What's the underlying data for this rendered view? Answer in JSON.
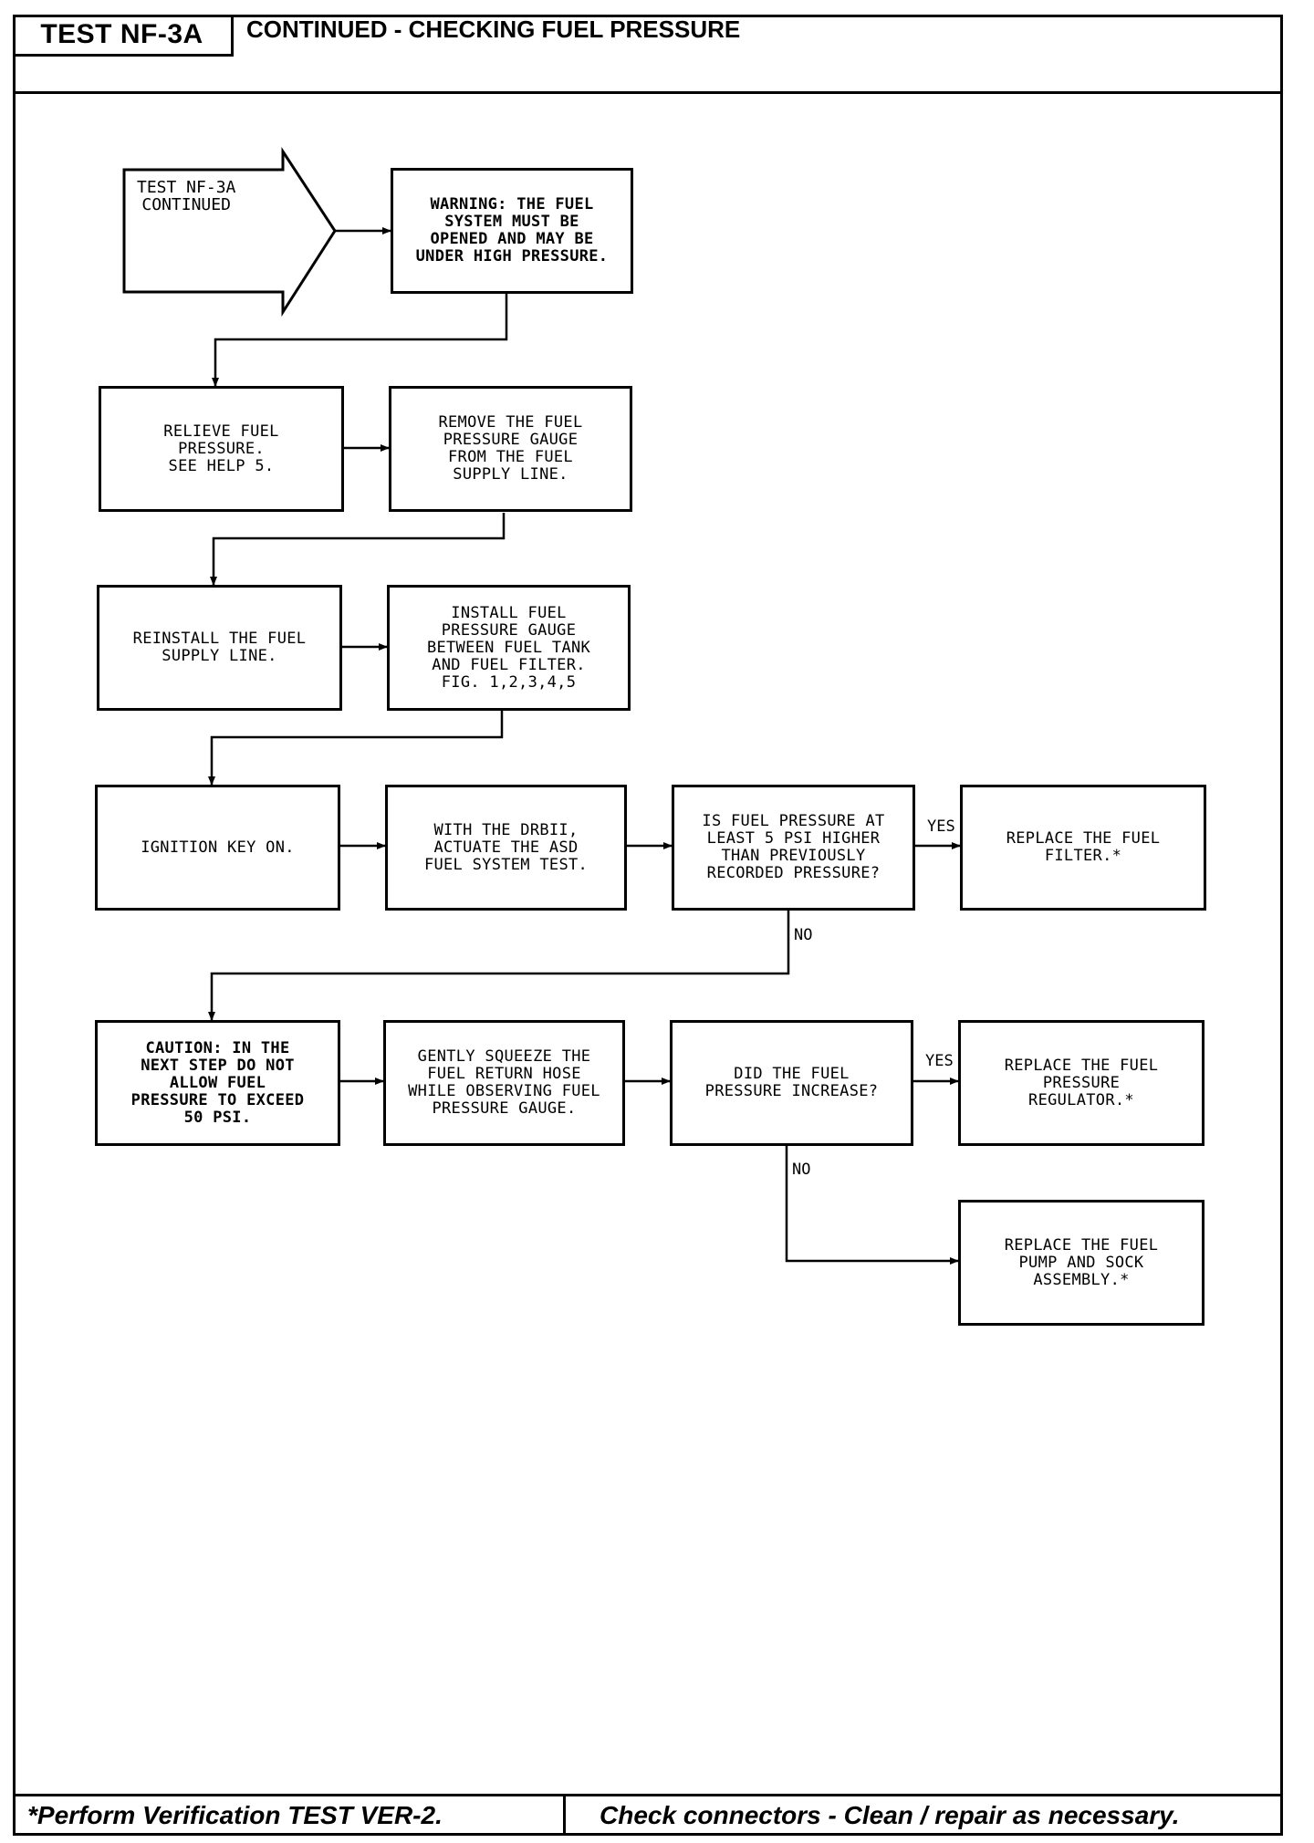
{
  "header": {
    "test_id": "TEST NF-3A",
    "title": "CONTINUED -  CHECKING FUEL PRESSURE"
  },
  "flowchart": {
    "start": "TEST NF-3A\nCONTINUED",
    "warning": "WARNING: THE FUEL\nSYSTEM MUST BE\nOPENED AND MAY BE\nUNDER HIGH PRESSURE.",
    "relieve": "RELIEVE FUEL\nPRESSURE.\nSEE HELP 5.",
    "remove_gauge": "REMOVE THE FUEL\nPRESSURE GAUGE\nFROM THE FUEL\nSUPPLY LINE.",
    "reinstall": "REINSTALL THE FUEL\nSUPPLY LINE.",
    "install_gauge": "INSTALL FUEL\nPRESSURE GAUGE\nBETWEEN FUEL TANK\nAND FUEL FILTER.\nFIG. 1,2,3,4,5",
    "ignition": "IGNITION KEY ON.",
    "drbii": "WITH THE DRBII,\nACTUATE THE ASD\nFUEL SYSTEM TEST.",
    "decision_1": "IS FUEL PRESSURE AT\nLEAST 5 PSI HIGHER\nTHAN PREVIOUSLY\nRECORDED PRESSURE?",
    "replace_filter": "REPLACE THE FUEL\nFILTER.*",
    "caution": "CAUTION:  IN THE\nNEXT STEP DO NOT\nALLOW FUEL\nPRESSURE TO EXCEED\n50 PSI.",
    "squeeze": "GENTLY SQUEEZE THE\nFUEL RETURN HOSE\nWHILE OBSERVING FUEL\nPRESSURE GAUGE.",
    "decision_2": "DID THE FUEL\nPRESSURE INCREASE?",
    "replace_regulator": "REPLACE THE FUEL\nPRESSURE\nREGULATOR.*",
    "replace_pump": "REPLACE THE FUEL\nPUMP AND SOCK\nASSEMBLY.*",
    "yes_1": "YES",
    "no_1": "NO",
    "yes_2": "YES",
    "no_2": "NO"
  },
  "footer": {
    "left": "*Perform Verification TEST VER-2.",
    "right": "Check connectors - Clean / repair as necessary."
  }
}
